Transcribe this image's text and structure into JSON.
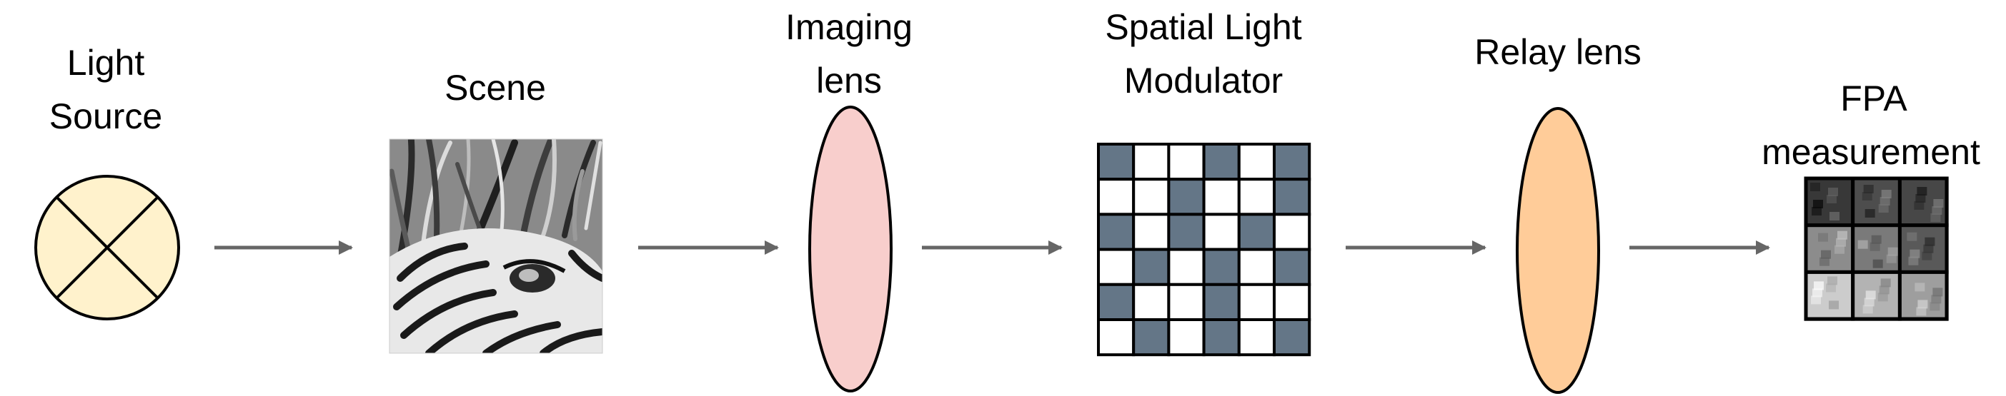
{
  "labels": {
    "light_source_line1": "Light",
    "light_source_line2": "Source",
    "scene": "Scene",
    "imaging_lens_line1": "Imaging",
    "imaging_lens_line2": "lens",
    "slm_line1": "Spatial Light",
    "slm_line2": "Modulator",
    "relay_lens": "Relay lens",
    "fpa_line1": "FPA",
    "fpa_line2": "measurement"
  },
  "colors": {
    "light_source_fill": "#FFF2CC",
    "imaging_lens_fill": "#F8CECC",
    "relay_lens_fill": "#FFCC99",
    "slm_dark_cell": "#647687",
    "arrow": "#666666"
  },
  "slm_pattern": [
    [
      1,
      0,
      0,
      1,
      0,
      1
    ],
    [
      0,
      0,
      1,
      0,
      0,
      1
    ],
    [
      1,
      0,
      1,
      0,
      1,
      0
    ],
    [
      0,
      1,
      0,
      1,
      0,
      1
    ],
    [
      1,
      0,
      0,
      1,
      0,
      0
    ],
    [
      0,
      1,
      0,
      1,
      0,
      1
    ]
  ],
  "fpa_grid": {
    "rows": 3,
    "cols": 3,
    "gray_levels": [
      [
        0.22,
        0.3,
        0.28
      ],
      [
        0.55,
        0.48,
        0.35
      ],
      [
        0.8,
        0.7,
        0.62
      ]
    ]
  }
}
